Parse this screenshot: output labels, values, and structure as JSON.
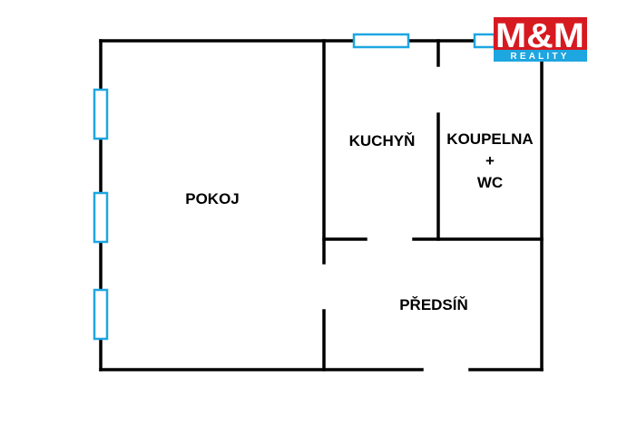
{
  "rooms": {
    "pokoj": "POKOJ",
    "kuchyn": "KUCHYŇ",
    "koupelna": [
      "KOUPELNA",
      "+",
      "WC"
    ],
    "predsin": "PŘEDSÍŇ"
  },
  "logo": {
    "main": "M&M",
    "sub": "REALITY",
    "brand_red": "#d71920",
    "brand_blue": "#1ea6e0"
  },
  "colors": {
    "wall": "#000000",
    "window": "#1ea6e0",
    "background": "#ffffff"
  }
}
